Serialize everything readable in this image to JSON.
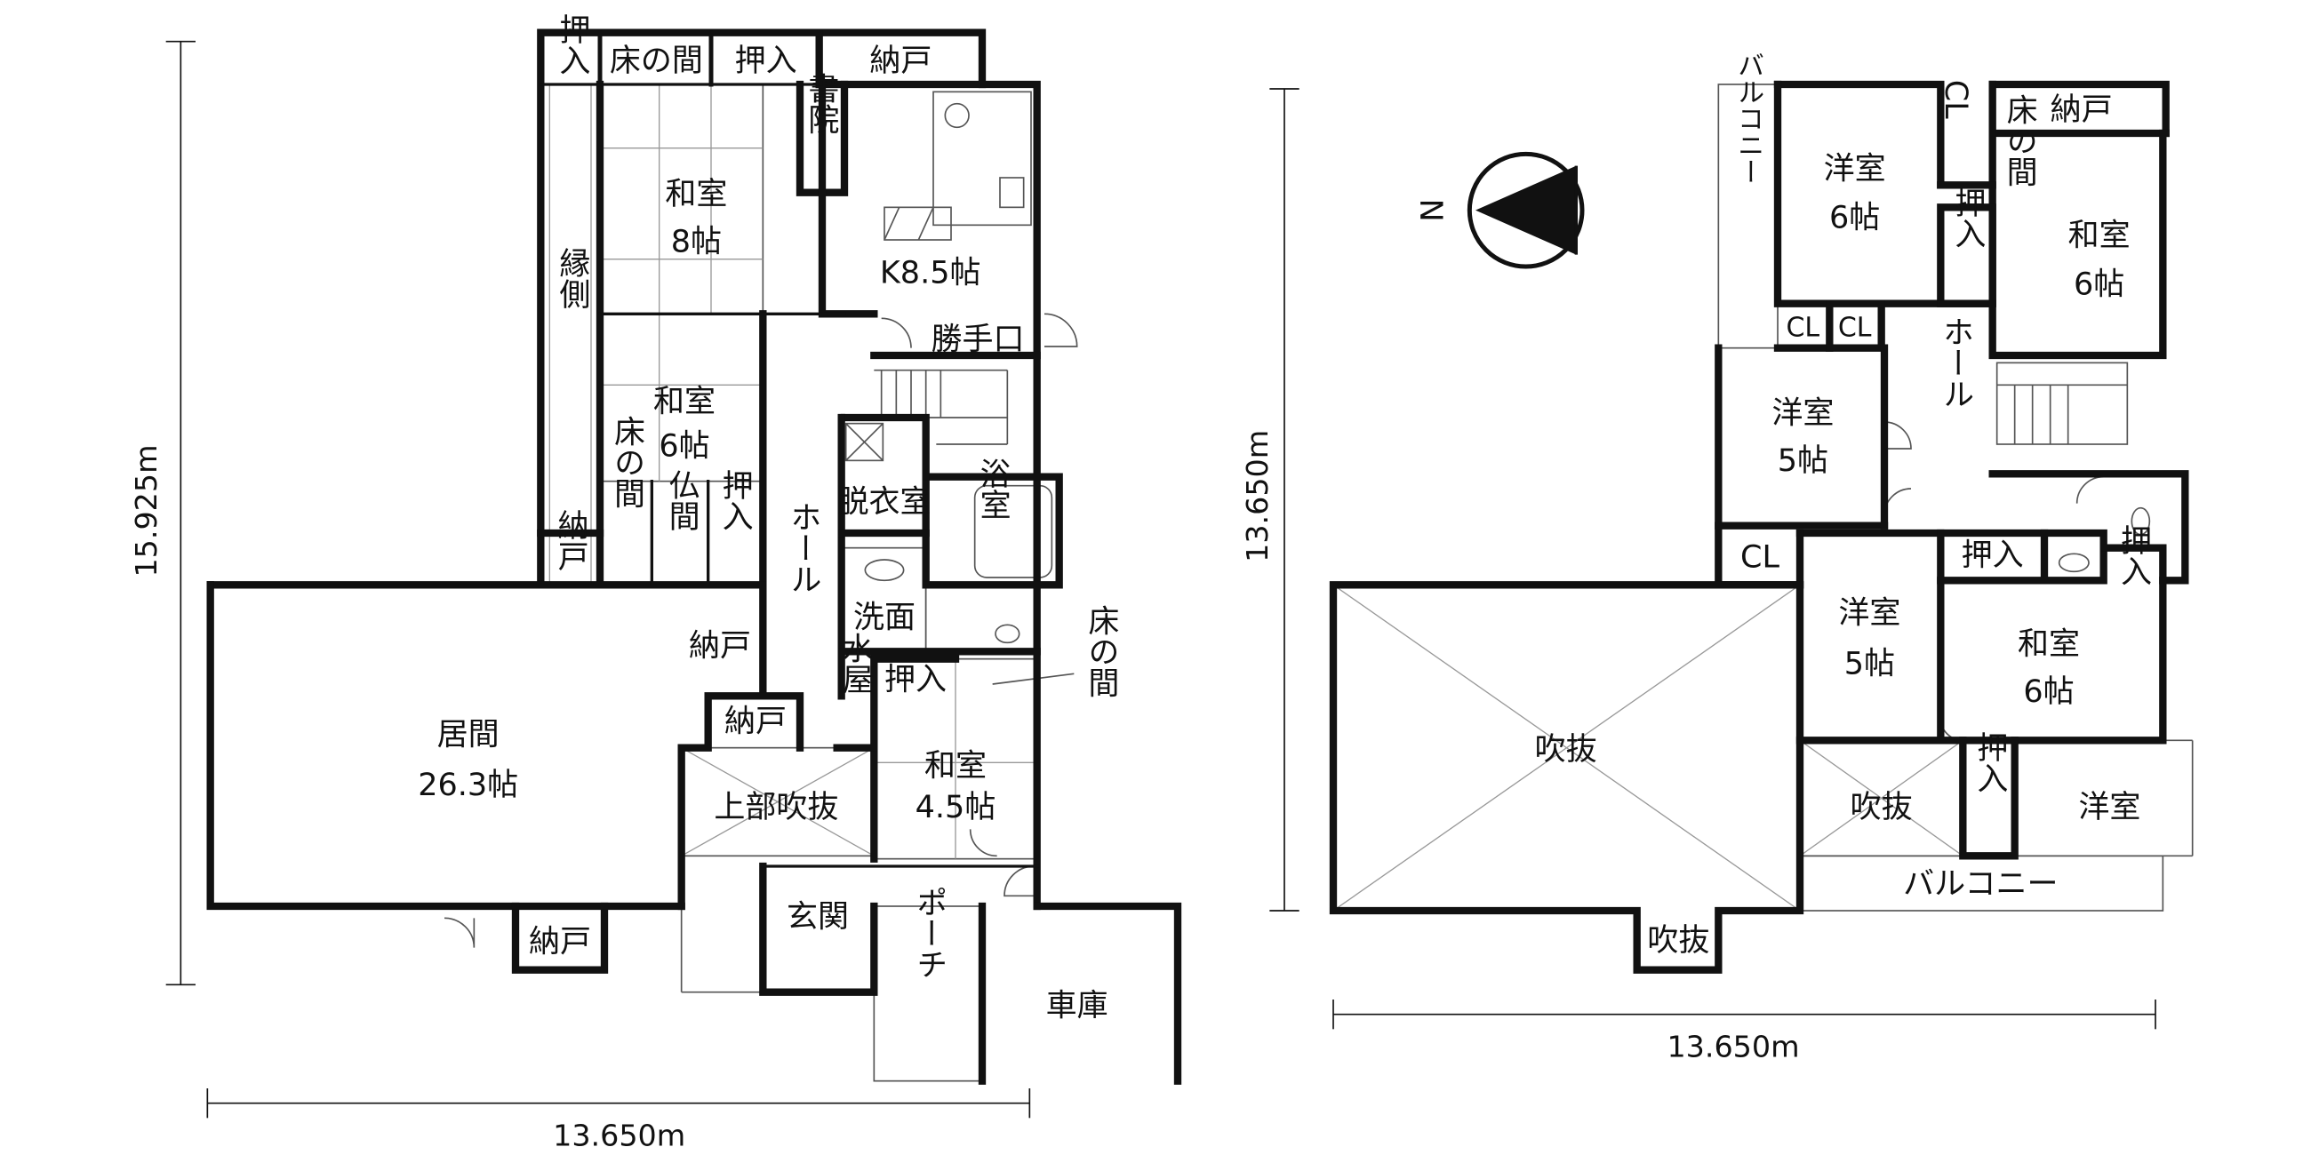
{
  "floor1": {
    "rooms": {
      "oshiire_tl": "押入",
      "tokonoma_top": "床の間",
      "oshiire_top": "押入",
      "nando_top": "納戸",
      "washitsu8": [
        "和室",
        "8帖"
      ],
      "shoin": "書院",
      "kitchen": "K8.5帖",
      "katteguchi": "勝手口",
      "engawa": "縁側",
      "washitsu6": [
        "和室",
        "6帖"
      ],
      "tokonoma_mid": "床の間",
      "butsuma": "仏間",
      "oshiire_mid": "押入",
      "nando_left": "納戸",
      "datsuijitsu": "脱衣室",
      "yokushitsu": "浴室",
      "hall": "ホール",
      "senmen": "洗面",
      "nando_mid": "納戸",
      "mizuya": "水屋",
      "oshiire_low": "押入",
      "tokonoma_right": "床の間",
      "nando_low": "納戸",
      "ima": [
        "居間",
        "26.3帖"
      ],
      "jobu_fukinuke": "上部吹抜",
      "washitsu45": [
        "和室",
        "4.5帖"
      ],
      "genkan": "玄関",
      "porch": "ポーチ",
      "garage": "車庫",
      "nando_bottom": "納戸"
    },
    "dimension_vertical": "15.925m",
    "dimension_horizontal": "13.650m"
  },
  "floor2": {
    "rooms": {
      "balcony_left": "バルコニー",
      "yoshitsu6": [
        "洋室",
        "6帖"
      ],
      "cl_top": "CL",
      "nando": "納戸",
      "tokonoma": "床の間",
      "washitsu6": [
        "和室",
        "6帖"
      ],
      "oshiire_top": "押入",
      "cl_a": "CL",
      "cl_b": "CL",
      "yoshitsu5_upper": [
        "洋室",
        "5帖"
      ],
      "hall": "ホール",
      "cl_low": "CL",
      "oshiire_mid": "押入",
      "oshiire_right": "押入",
      "yoshitsu5_lower": [
        "洋室",
        "5帖"
      ],
      "washitsu6_lower": [
        "和室",
        "6帖"
      ],
      "fukinuke_big": "吹抜",
      "fukinuke_small": "吹抜",
      "oshiire_low": "押入",
      "yoshitsu": "洋室",
      "balcony_bottom": "バルコニー",
      "fukinuke_bottom": "吹抜"
    },
    "compass_label": "N",
    "dimension_vertical": "13.650m",
    "dimension_horizontal": "13.650m"
  }
}
